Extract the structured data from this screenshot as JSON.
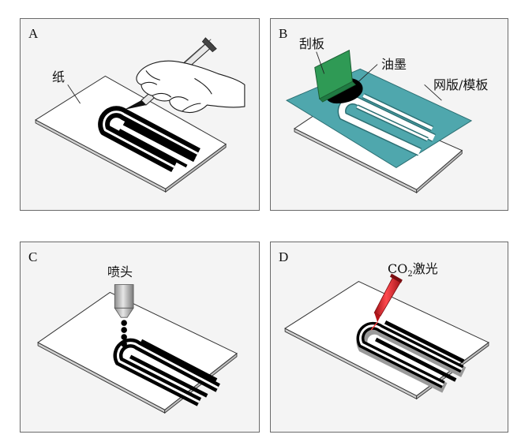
{
  "panels": {
    "a": {
      "letter": "A",
      "paper_label": "纸"
    },
    "b": {
      "letter": "B",
      "squeegee_label": "刮板",
      "ink_label": "油墨",
      "stencil_label": "网版/模板"
    },
    "c": {
      "letter": "C",
      "nozzle_label": "喷头"
    },
    "d": {
      "letter": "D",
      "laser_prefix": "CO",
      "laser_sub": "2",
      "laser_suffix": "激光"
    }
  },
  "colors": {
    "panel_bg": "#f4f4f4",
    "stencil": "#4fa7ad",
    "squeegee": "#2f9a55",
    "laser": "#d9262b",
    "electrode": "#000000"
  }
}
